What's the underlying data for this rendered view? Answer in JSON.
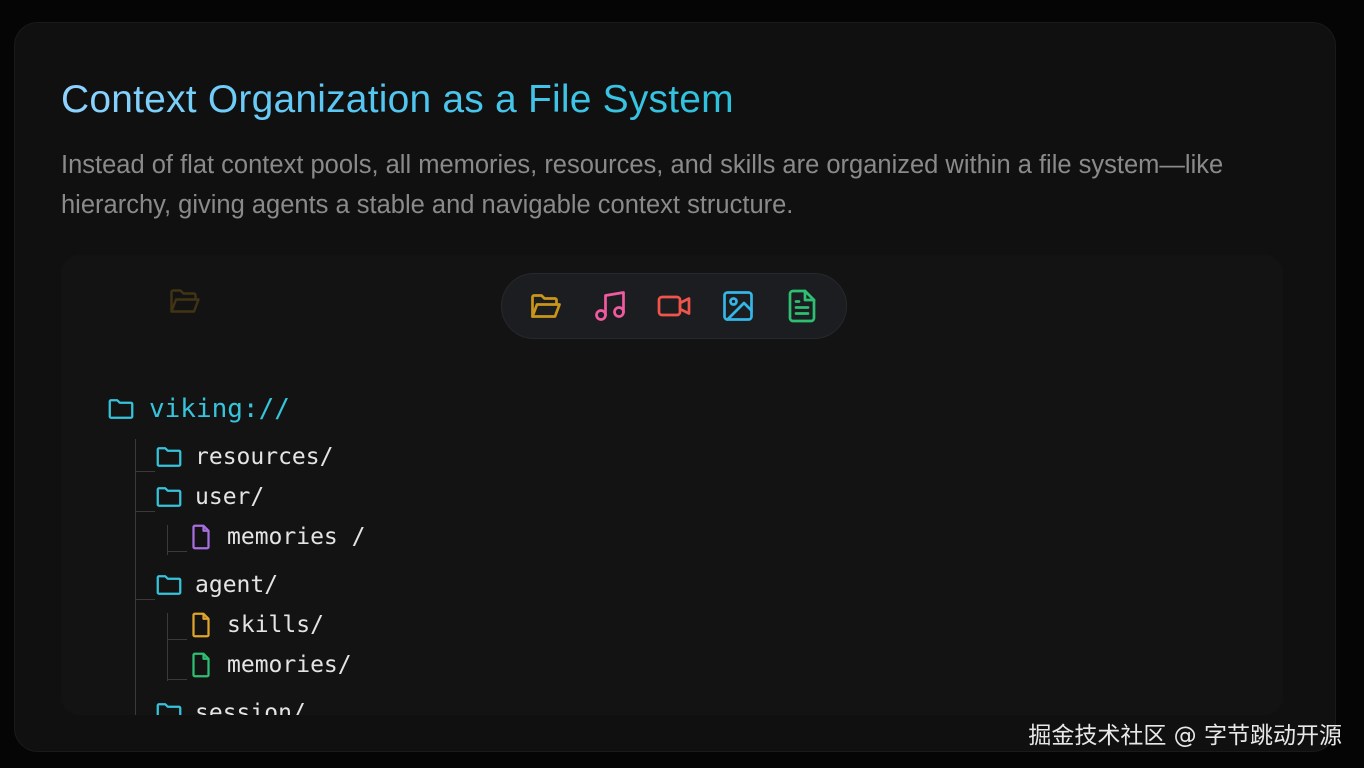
{
  "header": {
    "title": "Context Organization as a File System",
    "description": "Instead of flat context pools, all memories, resources, and skills are organized within a file system—like hierarchy, giving agents a stable and navigable context structure."
  },
  "toolbar": {
    "icons": [
      {
        "name": "folder-open-icon",
        "color": "#c9961a"
      },
      {
        "name": "music-icon",
        "color": "#f05aa0"
      },
      {
        "name": "video-icon",
        "color": "#f0544a"
      },
      {
        "name": "image-icon",
        "color": "#35b6e6"
      },
      {
        "name": "document-icon",
        "color": "#2fbf73"
      }
    ]
  },
  "tree": {
    "root": {
      "label": "viking://",
      "icon": "folder-icon",
      "color": "#36c4dc"
    },
    "items": [
      {
        "label": "resources/",
        "icon": "folder-icon",
        "color": "#36c4dc"
      },
      {
        "label": "user/",
        "icon": "folder-icon",
        "color": "#36c4dc"
      },
      {
        "label": "memories /",
        "icon": "file-icon",
        "color": "#a86fe0"
      },
      {
        "label": "agent/",
        "icon": "folder-icon",
        "color": "#36c4dc"
      },
      {
        "label": "skills/",
        "icon": "file-icon",
        "color": "#e0a52a"
      },
      {
        "label": "memories/",
        "icon": "file-icon",
        "color": "#2fbf73"
      },
      {
        "label": "session/",
        "icon": "folder-icon",
        "color": "#36c4dc"
      }
    ]
  },
  "watermark": "掘金技术社区 @ 字节跳动开源"
}
